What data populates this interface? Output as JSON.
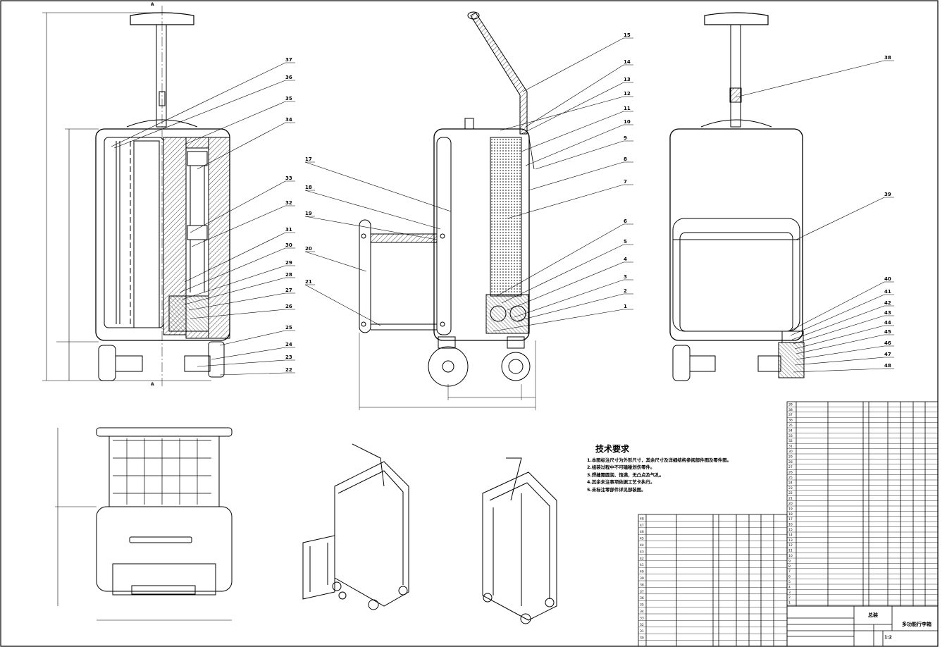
{
  "callouts": [
    "1",
    "2",
    "3",
    "4",
    "5",
    "6",
    "7",
    "8",
    "9",
    "10",
    "11",
    "12",
    "13",
    "14",
    "15",
    "17",
    "18",
    "19",
    "20",
    "21",
    "22",
    "23",
    "24",
    "25",
    "26",
    "27",
    "28",
    "29",
    "30",
    "31",
    "32",
    "33",
    "34",
    "35",
    "36",
    "37",
    "38",
    "39",
    "40",
    "41",
    "42",
    "43",
    "44",
    "45",
    "46",
    "47",
    "48"
  ],
  "section_marks": [
    "A",
    "A"
  ],
  "tech_req": {
    "title": "技术要求",
    "items": [
      "1.本图标注尺寸为外形尺寸，其余尺寸及详细结构参阅部件图及零件图。",
      "2.组装过程中不可磕碰划伤零件。",
      "3.焊缝需圆润、饱满，无凸点及气孔。",
      "4.其余未注事项依据工艺卡执行。",
      "5.未标注零部件详见部装图。"
    ]
  },
  "bom_right_indexes": [
    "39",
    "38",
    "37",
    "36",
    "35",
    "34",
    "33",
    "32",
    "31",
    "30",
    "29",
    "28",
    "27",
    "26",
    "25",
    "24",
    "23",
    "22",
    "21",
    "20",
    "19",
    "18",
    "17",
    "16",
    "15",
    "14",
    "13",
    "12",
    "11",
    "10",
    "9",
    "8",
    "7",
    "6",
    "5",
    "4",
    "3",
    "2",
    "1"
  ],
  "bom_left_indexes": [
    "48",
    "47",
    "46",
    "45",
    "44",
    "43",
    "42",
    "41",
    "40",
    "39",
    "38",
    "37",
    "36",
    "35",
    "34",
    "33",
    "32",
    "31",
    "30"
  ],
  "title_block": {
    "assembly": "总装",
    "product": "多功能行李箱",
    "scale": "1:2"
  }
}
